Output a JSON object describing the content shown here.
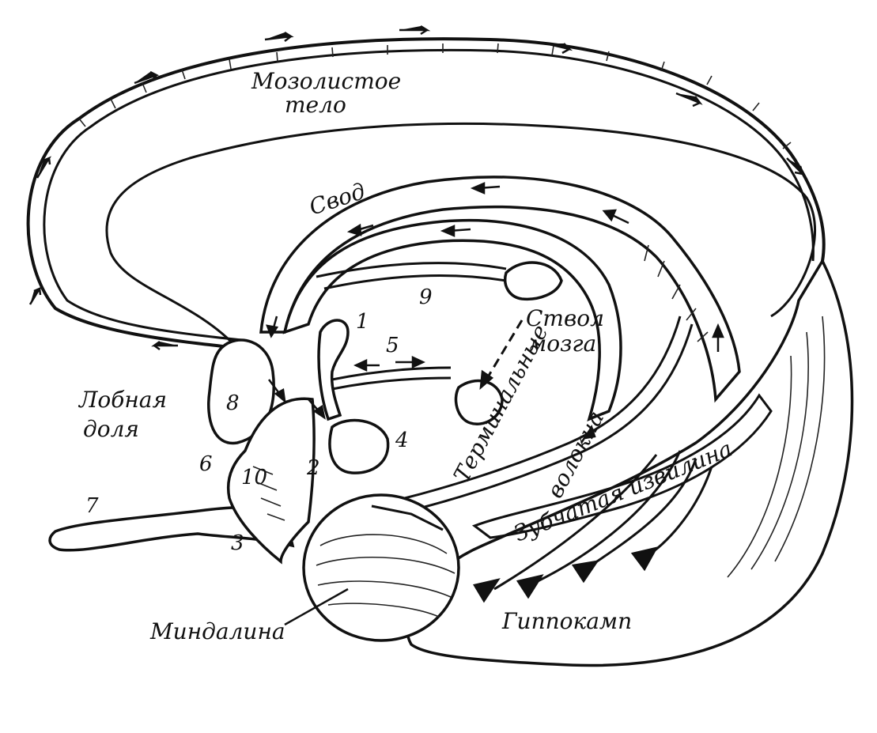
{
  "labels": {
    "corpus_callosum": [
      "Мозолистое",
      "тело"
    ],
    "fornix": "Свод",
    "brainstem": [
      "Ствол",
      "мозга"
    ],
    "frontal_lobe": [
      "Лобная",
      "доля"
    ],
    "terminal_fibers": [
      "Терминальные",
      "волокна"
    ],
    "dentate_gyrus": "Зубчатая извилина",
    "hippocampus": "Гиппокамп",
    "amygdala": "Миндалина"
  },
  "numbers": [
    "1",
    "2",
    "3",
    "4",
    "5",
    "6",
    "7",
    "8",
    "9",
    "10"
  ]
}
